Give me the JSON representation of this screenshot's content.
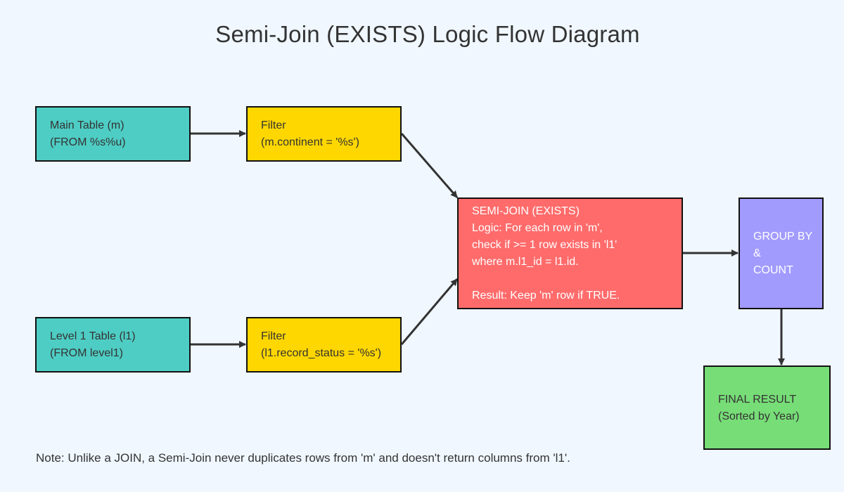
{
  "title": "Semi-Join (EXISTS) Logic Flow Diagram",
  "nodes": {
    "main_table": {
      "lines": [
        "Main Table (m)",
        "(FROM %s%u)"
      ]
    },
    "filter_continent": {
      "lines": [
        "Filter",
        "(m.continent = '%s')"
      ]
    },
    "level1_table": {
      "lines": [
        "Level 1 Table (l1)",
        "(FROM level1)"
      ]
    },
    "filter_status": {
      "lines": [
        "Filter",
        "(l1.record_status = '%s')"
      ]
    },
    "semi_join": {
      "lines": [
        "SEMI-JOIN (EXISTS)",
        "Logic: For each row in 'm',",
        "check if >= 1 row exists in 'l1'",
        "where m.l1_id = l1.id.",
        "",
        "Result: Keep 'm' row if TRUE."
      ]
    },
    "group_count": {
      "lines": [
        "GROUP BY",
        "&",
        "COUNT"
      ]
    },
    "final_result": {
      "lines": [
        "FINAL RESULT",
        "(Sorted by Year)"
      ]
    }
  },
  "note": "Note: Unlike a JOIN, a Semi-Join never duplicates rows from 'm' and doesn't return columns from 'l1'.",
  "colors": {
    "background": "#f0f7ff",
    "table": "#4ecdc4",
    "filter": "#ffd700",
    "semi_join": "#ff6b6b",
    "group": "#a29bfe",
    "final": "#77dd77",
    "arrow": "#333333"
  }
}
